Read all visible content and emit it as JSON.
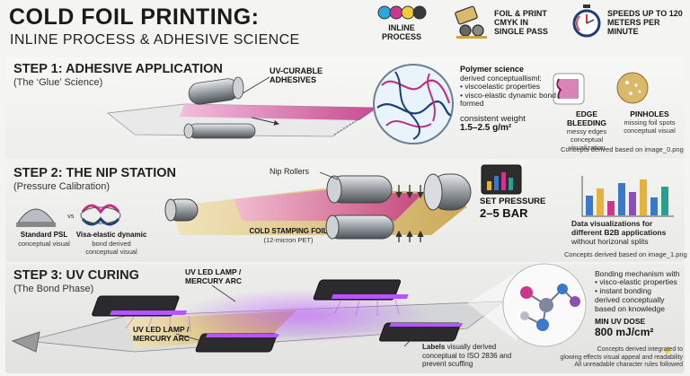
{
  "header": {
    "title": "COLD FOIL PRINTING:",
    "subtitle": "INLINE PROCESS & ADHESIVE SCIENCE",
    "features": [
      {
        "icon": "cmyk-dots-icon",
        "label": "INLINE PROCESS"
      },
      {
        "icon": "foil-printer-icon",
        "label": "FOIL & PRINT CMYK IN SINGLE PASS"
      },
      {
        "icon": "stopwatch-icon",
        "label": "SPEEDS UP TO 120 METERS PER MINUTE"
      }
    ]
  },
  "step1": {
    "title": "STEP 1: ADHESIVE APPLICATION",
    "subtitle": "(The ‘Glue’ Science)",
    "uv_label": "UV-CURABLE ADHESIVES",
    "polymer": {
      "heading": "Polymer science",
      "intro": "derived conceptuallisml:",
      "bullets": [
        "viscoelastic properties",
        "visco-elastic dynamic bond formed"
      ],
      "weight_label": "consistent weight",
      "weight_value": "1.5–2.5 g/m²"
    },
    "defects": [
      {
        "title": "EDGE BLEEDING",
        "desc": "messy edges conceptual visualization"
      },
      {
        "title": "PINHOLES",
        "desc": "missing foil spots conceptual visual"
      }
    ],
    "footnote": "Concepts derived based on image_0.png"
  },
  "step2": {
    "title": "STEP 2: THE NIP STATION",
    "subtitle": "(Pressure Calibration)",
    "psl": {
      "title": "Standard PSL",
      "desc": "conceptual visual"
    },
    "vs": "vs",
    "visco": {
      "title": "Visa-elastic dynamic",
      "desc": "bond derived conceptual visual"
    },
    "nip_label": "Nip Rollers",
    "foil_label": "COLD STAMPING FOIL",
    "foil_sub": "(12-micron PET)",
    "pressure_label": "SET PRESSURE",
    "pressure_value": "2–5 BAR",
    "dataviz_bold": "Data visualizations for different B2B applications",
    "dataviz_rest": " without horizonal splits",
    "footnote": "Concepts derived based on image_1.png",
    "chart_colors": [
      "#3a78c8",
      "#e6b23a",
      "#d0358e",
      "#3a78c8",
      "#8c4fb5",
      "#e6b23a",
      "#3a78c8",
      "#2a9f8f"
    ]
  },
  "step3": {
    "title": "STEP 3: UV CURING",
    "subtitle": "(The Bond Phase)",
    "lamp_top": "UV LED LAMP / MERCURY ARC",
    "lamp_bottom": "UV LED LAMP / MERCURY ARC",
    "labels_bold": "Labels",
    "labels_rest": " visually derived conceptual to ISO 2836 and prevent scuffing",
    "bonding": {
      "heading": "Bonding mechanism with",
      "bullets": [
        "visco-elastic properties",
        "instant bonding"
      ],
      "tail": "derived conceptually based on knowledge"
    },
    "dose_label": "MIN UV DOSE",
    "dose_value": "800 mJ/cm²",
    "footnote_lines": [
      "Concepts derived integrated to",
      "glowing effects  visual appeal and readability",
      "All unreadable character rules followed"
    ]
  },
  "colors": {
    "magenta": "#d0358e",
    "uv_purple": "#9b30ff",
    "roller_gray": "#9a9ea3",
    "gold_foil": "#d9b96a"
  }
}
